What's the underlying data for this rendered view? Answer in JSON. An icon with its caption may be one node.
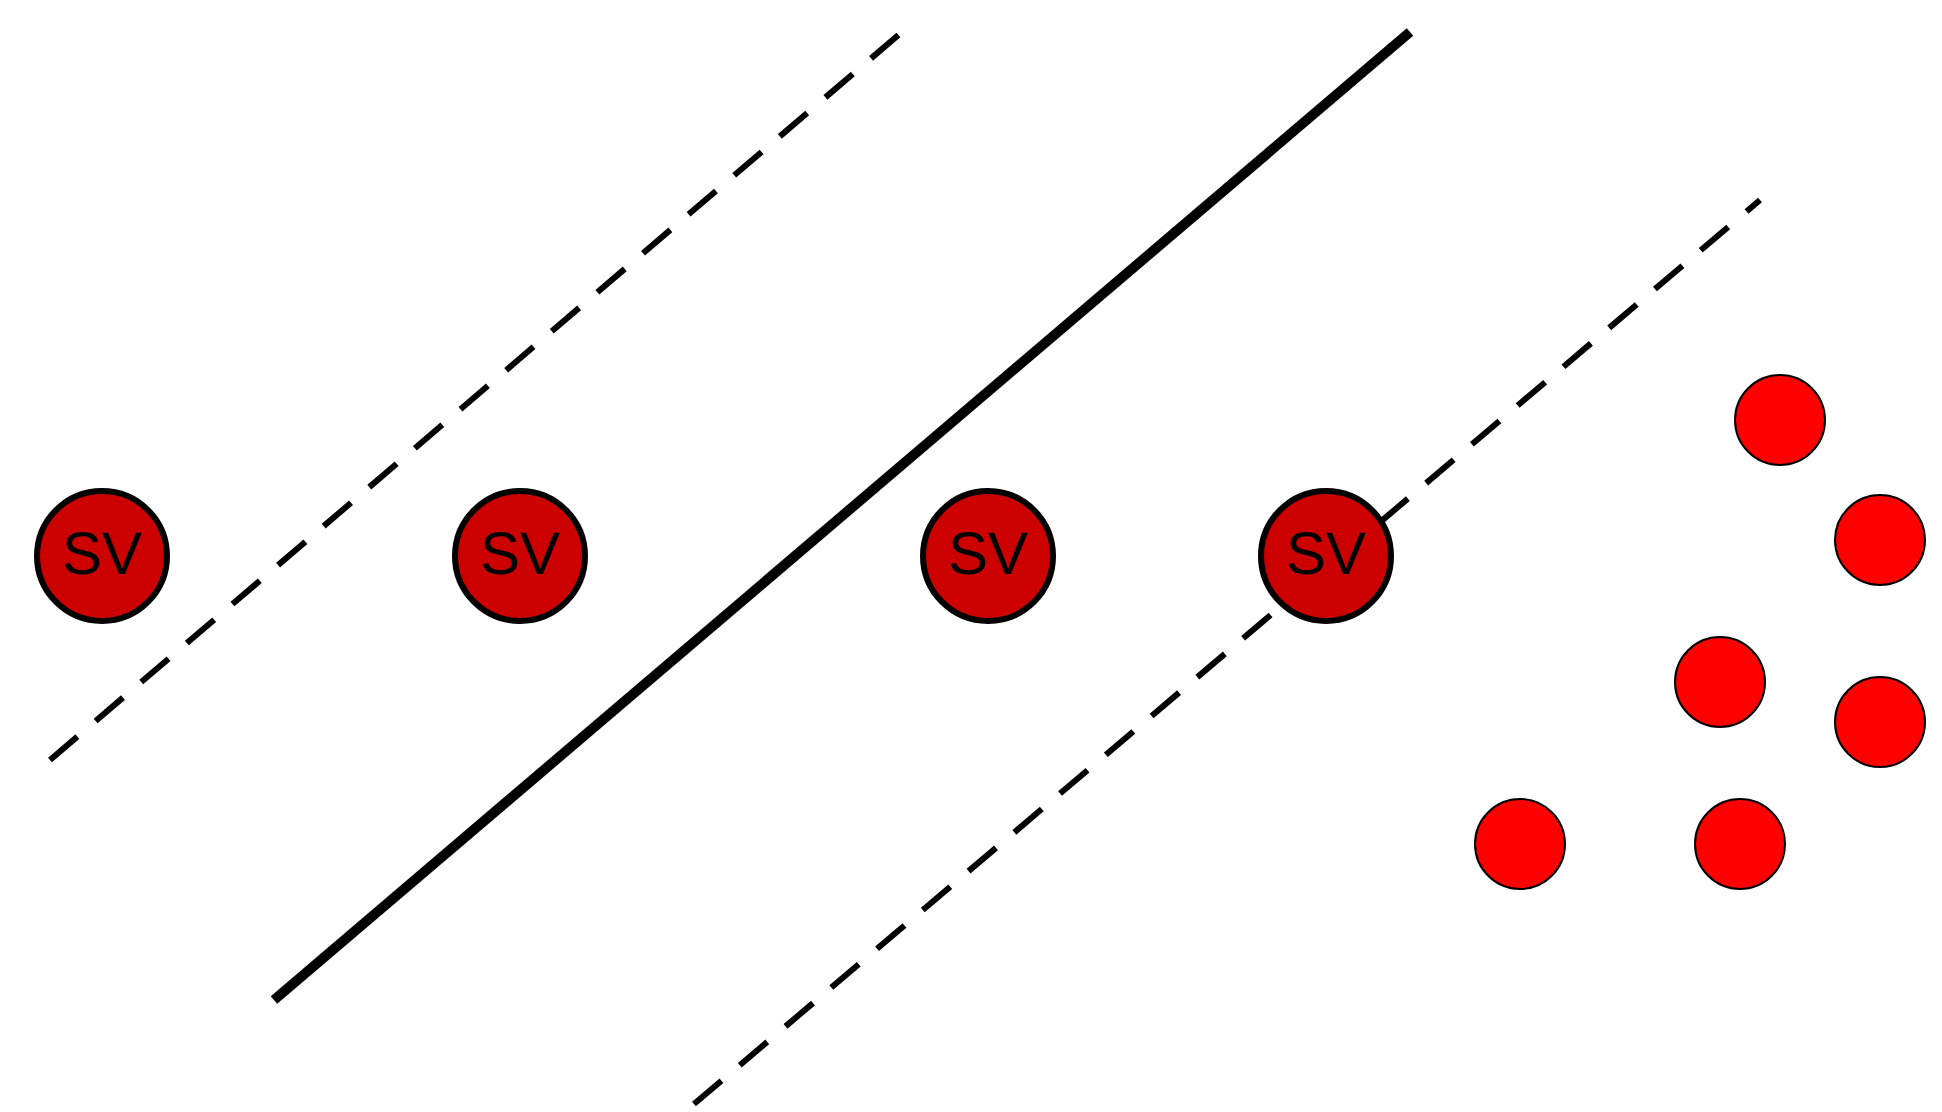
{
  "diagram": {
    "nodes": [
      {
        "text": [
          "SV"
        ]
      },
      {
        "text": [
          "SV"
        ]
      },
      {
        "text": [
          "SV"
        ]
      },
      {
        "text": [
          "SV"
        ]
      },
      {
        "text": [],
        "shape": "circle"
      },
      {
        "text": [],
        "shape": "circle"
      },
      {
        "text": [],
        "shape": "circle"
      },
      {
        "text": [],
        "shape": "circle"
      },
      {
        "text": [],
        "shape": "circle"
      },
      {
        "text": [],
        "shape": "circle"
      }
    ]
  }
}
